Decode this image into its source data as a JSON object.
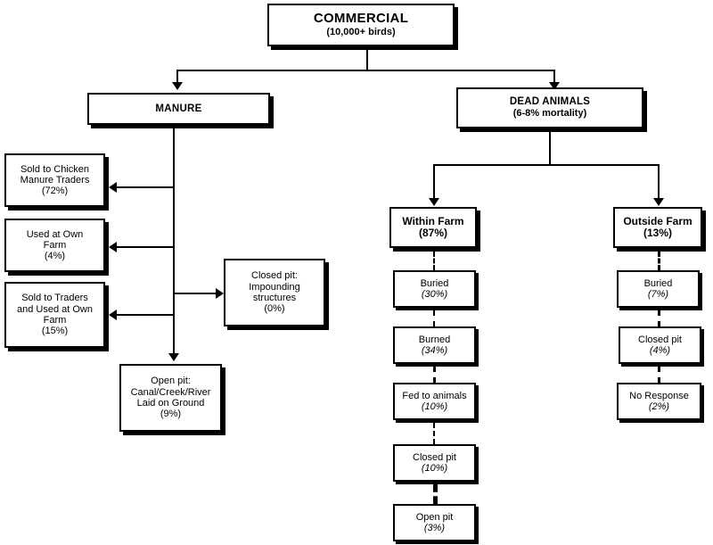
{
  "diagram": {
    "title": "Commercial poultry waste and dead-bird disposal flowchart",
    "root": {
      "label": "COMMERCIAL",
      "sublabel": "(10,000+ birds)"
    },
    "branches": {
      "manure": {
        "label": "MANURE",
        "outcomes": [
          {
            "lines": [
              "Sold to Chicken",
              "Manure Traders"
            ],
            "value": "(72%)"
          },
          {
            "lines": [
              "Used at Own",
              "Farm"
            ],
            "value": "(4%)"
          },
          {
            "lines": [
              "Sold to Traders",
              "and Used at Own",
              "Farm"
            ],
            "value": "(15%)"
          },
          {
            "lines": [
              "Closed pit:",
              "Impounding",
              "structures"
            ],
            "value": "(0%)"
          },
          {
            "lines": [
              "Open pit:",
              "Canal/Creek/River",
              "Laid on Ground"
            ],
            "value": "(9%)"
          }
        ]
      },
      "dead_animals": {
        "label": "DEAD ANIMALS",
        "sublabel": "(6-8% mortality)",
        "within_farm": {
          "label": "Within Farm",
          "value": "(87%)",
          "methods": [
            {
              "label": "Buried",
              "value": "(30%)"
            },
            {
              "label": "Burned",
              "value": "(34%)"
            },
            {
              "label": "Fed to animals",
              "value": "(10%)"
            },
            {
              "label": "Closed pit",
              "value": "(10%)"
            },
            {
              "label": "Open pit",
              "value": "(3%)"
            }
          ]
        },
        "outside_farm": {
          "label": "Outside Farm",
          "value": "(13%)",
          "methods": [
            {
              "label": "Buried",
              "value": "(7%)"
            },
            {
              "label": "Closed pit",
              "value": "(4%)"
            },
            {
              "label": "No Response",
              "value": "(2%)"
            }
          ]
        }
      }
    },
    "colors": {
      "background": "#ffffff",
      "stroke": "#000000",
      "box_fill": "#ffffff",
      "shadow": "#000000"
    }
  }
}
